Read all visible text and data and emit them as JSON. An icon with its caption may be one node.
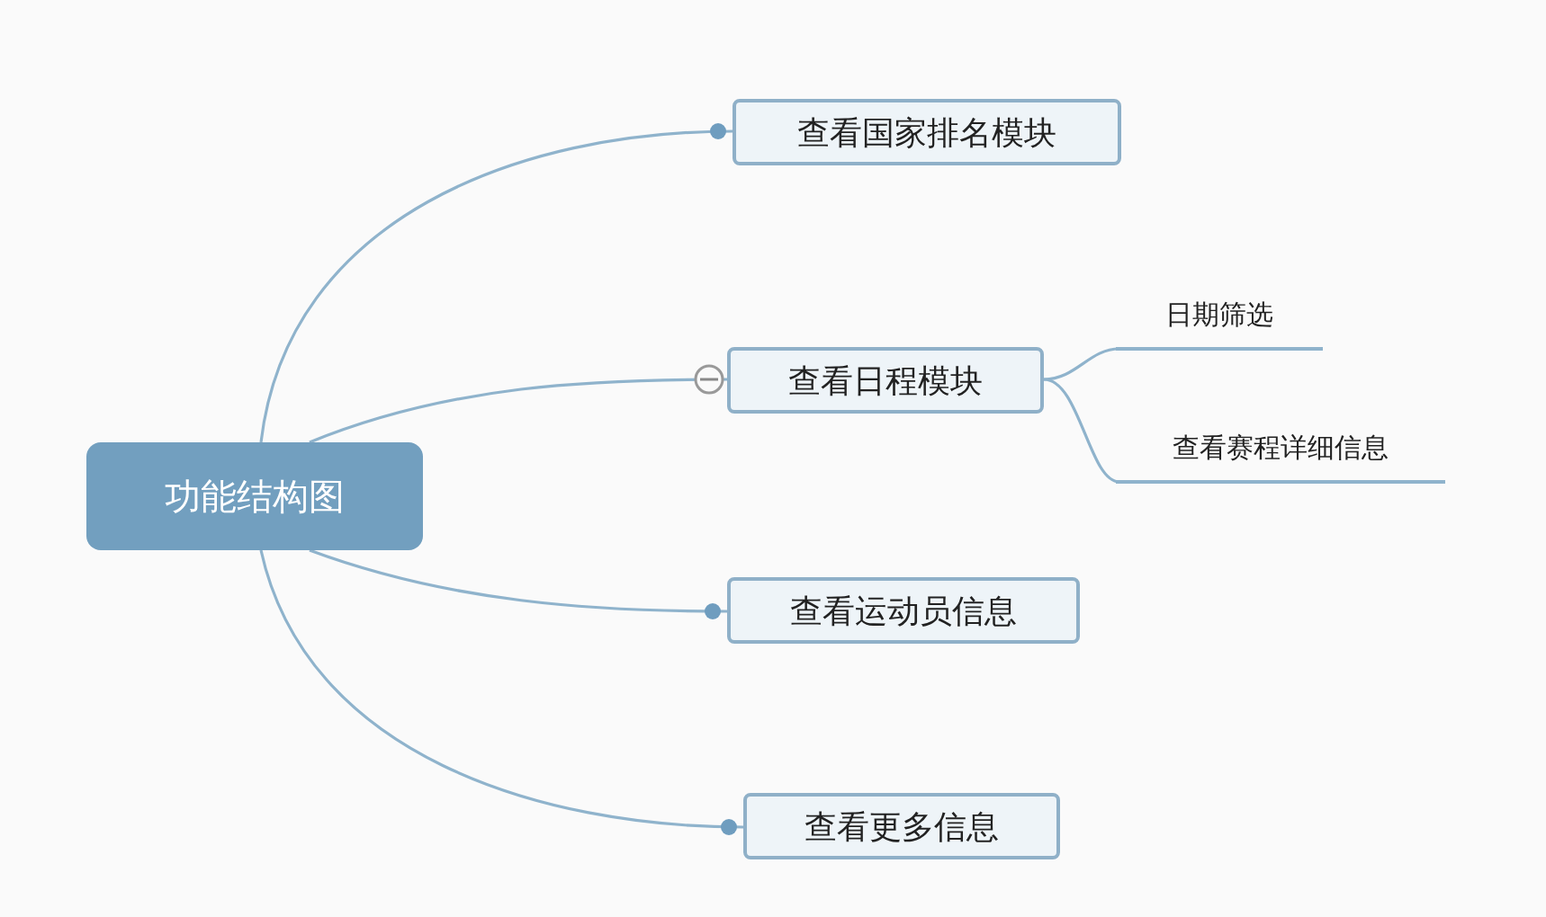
{
  "diagram": {
    "nodes": [
      {
        "text": [
          "功能结构图"
        ]
      },
      {
        "text": [
          "查看国家排名模块"
        ]
      },
      {
        "text": [
          "查看日程模块"
        ]
      },
      {
        "text": [
          "查看运动员信息"
        ]
      },
      {
        "text": [
          "查看更多信息"
        ]
      },
      {
        "text": [
          "日期筛选"
        ]
      },
      {
        "text": [
          "查看赛程详细信息"
        ]
      }
    ],
    "edges": [
      {
        "from": 0,
        "to": 1,
        "arrow": "other"
      },
      {
        "from": 0,
        "to": 2,
        "arrow": "none"
      },
      {
        "from": 0,
        "to": 3,
        "arrow": "other"
      },
      {
        "from": 0,
        "to": 4,
        "arrow": "other"
      },
      {
        "from": 2,
        "to": 5,
        "arrow": "none"
      },
      {
        "from": 2,
        "to": 6,
        "arrow": "none"
      }
    ]
  }
}
